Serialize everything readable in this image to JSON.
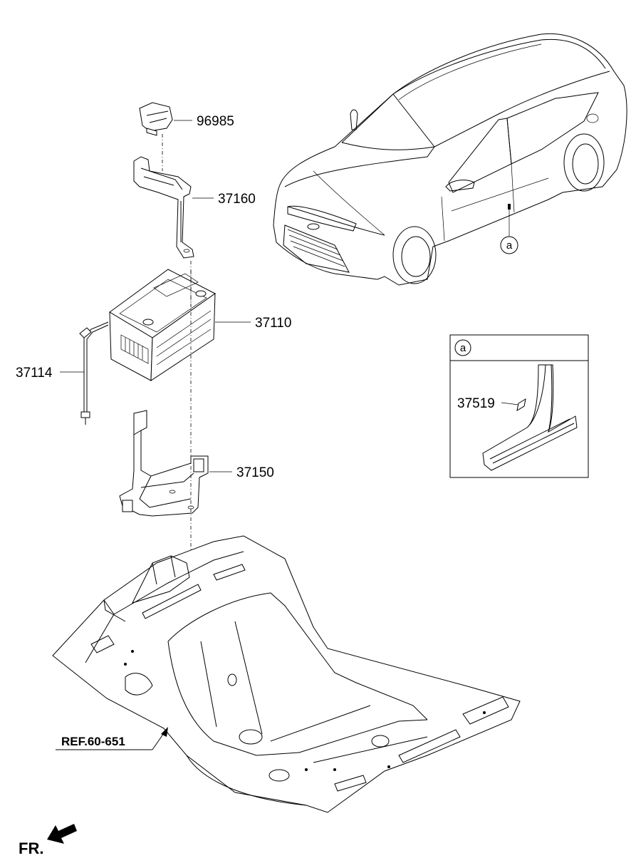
{
  "parts": {
    "p96985": "96985",
    "p37160": "37160",
    "p37110": "37110",
    "p37114": "37114",
    "p37150": "37150",
    "p37519": "37519"
  },
  "callout_letter": "a",
  "reference": "REF.60-651",
  "front_indicator": "FR."
}
